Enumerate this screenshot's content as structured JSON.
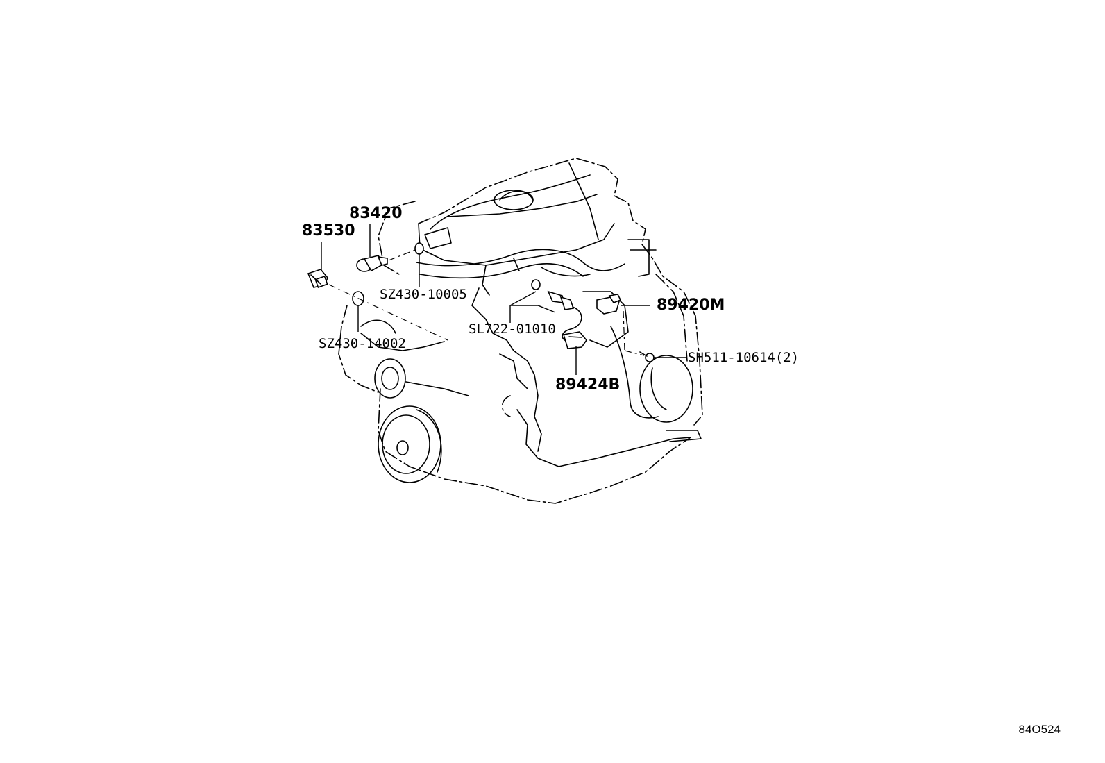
{
  "callouts": {
    "p83530": "83530",
    "p83420": "83420",
    "sz430_10005": "SZ430-10005",
    "sz430_14002": "SZ430-14002",
    "sl722_01010": "SL722-01010",
    "p89420m": "89420M",
    "sh511_10614": "SH511-10614(2)",
    "p89424b": "89424B"
  },
  "diagram_ref": "84O524"
}
